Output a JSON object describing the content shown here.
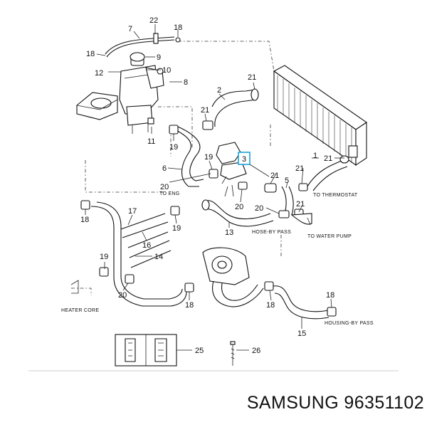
{
  "diagram": {
    "callouts": {
      "c1": "1",
      "c2": "2",
      "c3": "3",
      "c5": "5",
      "c6": "6",
      "c7": "7",
      "c8": "8",
      "c9": "9",
      "c10": "10",
      "c11": "11",
      "c12": "12",
      "c13": "13",
      "c14": "14",
      "c15": "15",
      "c16": "16",
      "c17": "17",
      "c18": "18",
      "c19": "19",
      "c20": "20",
      "c21": "21",
      "c22": "22",
      "c25": "25",
      "c26": "26"
    },
    "notes": {
      "to_eng": "TO ENG",
      "to_thermostat": "TO THERMOSTAT",
      "hose_by_pass": "HOSE-BY PASS",
      "to_water_pump": "TO WATER PUMP",
      "heater_core": "HEATER CORE",
      "housing_by_pass": "HOUSING-BY PASS"
    },
    "highlight_color": "#1aa3d9"
  },
  "caption": {
    "brand": "SAMSUNG",
    "part_number": "96351102"
  }
}
